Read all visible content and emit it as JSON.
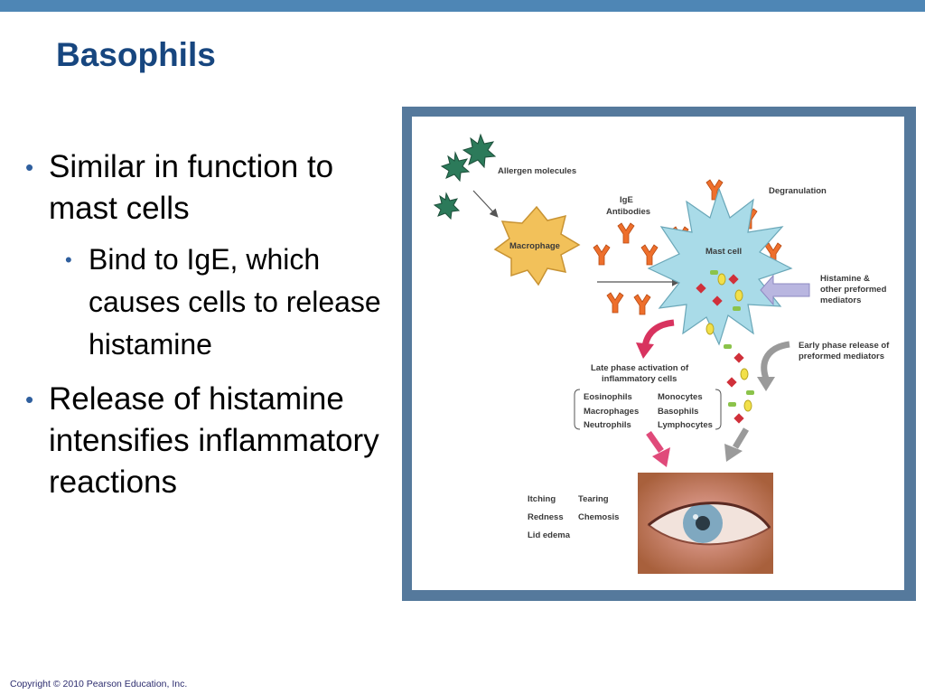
{
  "slide": {
    "title": "Basophils",
    "bullets": [
      {
        "text": "Similar in function to mast cells",
        "sub": [
          "Bind to IgE, which causes cells to release histamine"
        ]
      },
      {
        "text": "Release of histamine intensifies inflammatory reactions",
        "sub": []
      }
    ],
    "bullet_symbol": "•",
    "copyright": "Copyright © 2010 Pearson Education, Inc."
  },
  "figure": {
    "labels": {
      "allergen": "Allergen molecules",
      "macrophage": "Macrophage",
      "ige": "IgE",
      "antibodies": "Antibodies",
      "mast_cell": "Mast cell",
      "degranulation": "Degranulation",
      "histamine_1": "Histamine &",
      "histamine_2": "other preformed",
      "histamine_3": "mediators",
      "early_1": "Early phase release of",
      "early_2": "preformed mediators",
      "late_1": "Late phase activation of",
      "late_2": "inflammatory cells",
      "cells_left": [
        "Eosinophils",
        "Macrophages",
        "Neutrophils"
      ],
      "cells_right": [
        "Monocytes",
        "Basophils",
        "Lymphocytes"
      ],
      "symptoms_left": [
        "Itching",
        "Redness",
        "Lid edema"
      ],
      "symptoms_right": [
        "Tearing",
        "Chemosis"
      ]
    },
    "colors": {
      "frame": "#55799c",
      "macrophage": "#f2c15a",
      "mast_cell": "#a9dbe8",
      "antibody": "#ee6f2c",
      "allergen": "#2c7a5a"
    }
  }
}
